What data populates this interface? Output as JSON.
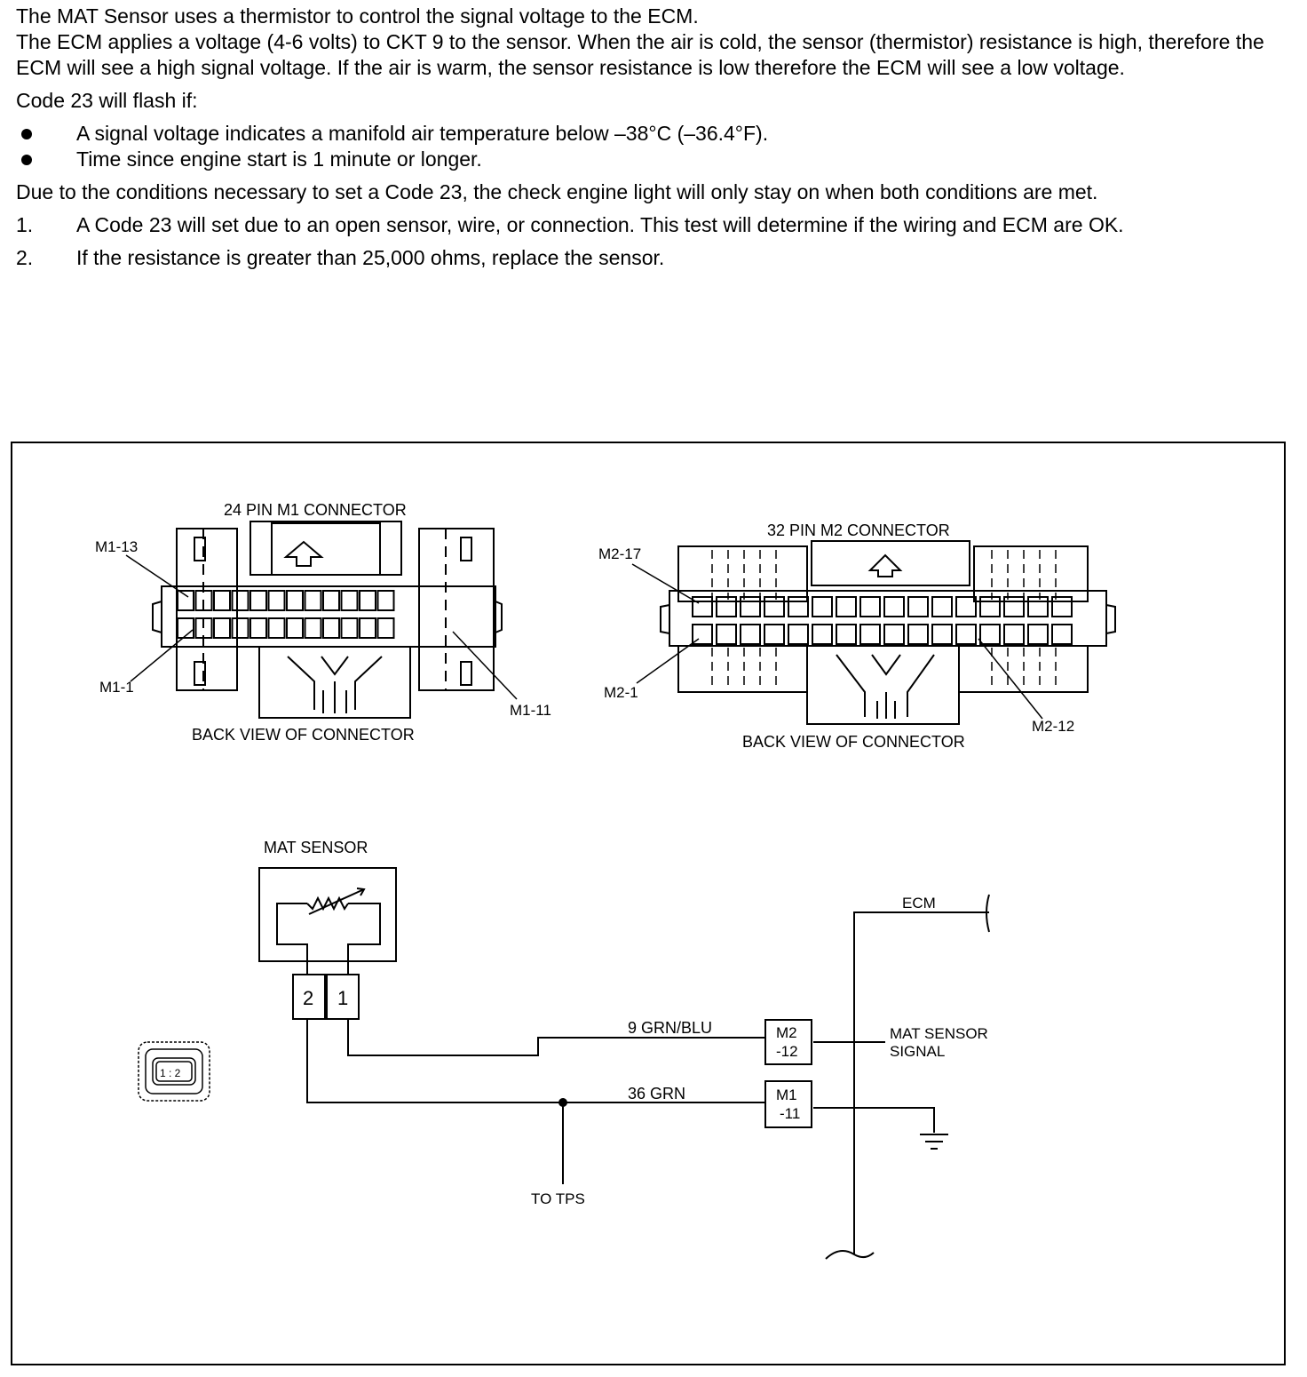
{
  "text": {
    "p1": "The MAT Sensor uses a thermistor to control the signal voltage to the ECM.",
    "p2": "The ECM applies a voltage (4-6 volts) to CKT 9 to the sensor.   When the air is cold, the sensor (thermistor) resistance is high, therefore the ECM will see a high signal voltage.   If the air is warm, the sensor resistance is low therefore the ECM will see a low voltage.",
    "p3": "Code 23 will flash if:",
    "bullets": [
      "A signal voltage indicates a manifold air temperature below –38°C (–36.4°F).",
      "Time since engine start is 1 minute or longer."
    ],
    "p4": "Due to the conditions necessary to set a Code 23, the check engine light will only stay on when both conditions are met.",
    "steps": [
      {
        "num": "1.",
        "text": "A Code 23 will set due to an open sensor, wire, or connection.   This test will determine if the wiring and ECM are OK."
      },
      {
        "num": "2.",
        "text": "If the resistance is greater than 25,000 ohms, replace the sensor."
      }
    ]
  },
  "diagram": {
    "m1": {
      "title": "24 PIN M1 CONNECTOR",
      "pin_top_left": "M1-13",
      "pin_bottom_left": "M1-1",
      "pin_bottom_right": "M1-11",
      "caption": "BACK  VIEW OF CONNECTOR"
    },
    "m2": {
      "title": "32 PIN M2 CONNECTOR",
      "pin_top_left": "M2-17",
      "pin_bottom_left": "M2-1",
      "pin_bottom_right": "M2-12",
      "caption": "BACK  VIEW OF CONNECTOR"
    },
    "circuit": {
      "sensor_label": "MAT SENSOR",
      "pin2": "2",
      "pin1": "1",
      "connector_icon_pins": "1 : 2",
      "wire_top": "9 GRN/BLU",
      "wire_bottom": "36 GRN",
      "box_top_line1": "M2",
      "box_top_line2": "-12",
      "box_bottom_line1": "M1",
      "box_bottom_line2": "-11",
      "ecm_label": "ECM",
      "signal_line1": "MAT SENSOR",
      "signal_line2": "SIGNAL",
      "tps_label": "TO TPS"
    }
  }
}
